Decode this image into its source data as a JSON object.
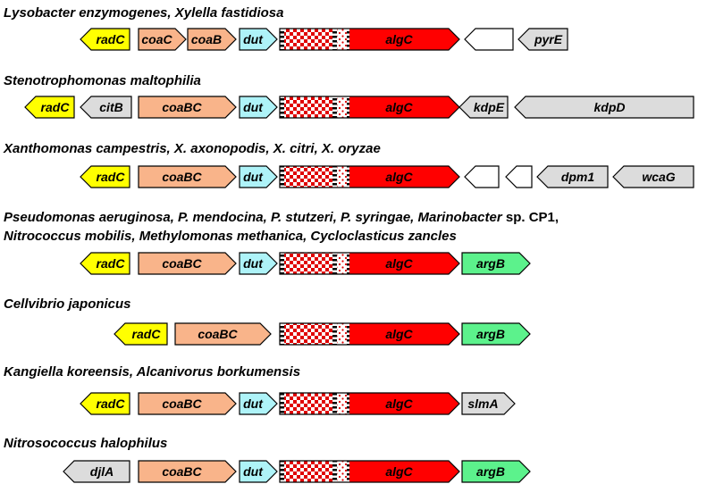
{
  "colors": {
    "radC": "#ffff00",
    "coa": "#f9b48a",
    "dut": "#aef3f8",
    "algC": "#ff0000",
    "argB": "#5cf28c",
    "other": "#dcdcdc",
    "blank": "#ffffff",
    "checker_dark": "#e00000",
    "stroke": "#000000"
  },
  "rows": [
    {
      "title_lines": [
        [
          {
            "text": "Lysobacter enzymogenes, Xylella fastidiosa",
            "italic": true
          }
        ]
      ],
      "genes": [
        {
          "label": "radC",
          "icon": "gene-arrow-left",
          "color": "radC"
        },
        {
          "label": "coaC",
          "icon": "gene-arrow-right",
          "color": "coa"
        },
        {
          "label": "coaB",
          "icon": "gene-arrow-right",
          "color": "coa"
        },
        {
          "label": "dut",
          "icon": "gene-arrow-right",
          "color": "dut"
        },
        {
          "label": "algC",
          "icon": "gene-arrow-right-domains",
          "color": "algC"
        },
        {
          "label": "",
          "icon": "gene-arrow-left",
          "color": "blank"
        },
        {
          "label": "pyrE",
          "icon": "gene-arrow-left",
          "color": "other"
        }
      ]
    },
    {
      "title_lines": [
        [
          {
            "text": "Stenotrophomonas maltophilia",
            "italic": true
          }
        ]
      ],
      "genes": [
        {
          "label": "radC",
          "icon": "gene-arrow-left",
          "color": "radC"
        },
        {
          "label": "citB",
          "icon": "gene-arrow-left",
          "color": "other"
        },
        {
          "label": "coaBC",
          "icon": "gene-arrow-right",
          "color": "coa"
        },
        {
          "label": "dut",
          "icon": "gene-arrow-right",
          "color": "dut"
        },
        {
          "label": "algC",
          "icon": "gene-arrow-right-domains",
          "color": "algC"
        },
        {
          "label": "kdpE",
          "icon": "gene-arrow-left",
          "color": "other"
        },
        {
          "label": "kdpD",
          "icon": "gene-arrow-left",
          "color": "other"
        }
      ]
    },
    {
      "title_lines": [
        [
          {
            "text": "Xanthomonas campestris, X. axonopodis, X. citri, X. oryzae",
            "italic": true
          }
        ]
      ],
      "genes": [
        {
          "label": "radC",
          "icon": "gene-arrow-left",
          "color": "radC"
        },
        {
          "label": "coaBC",
          "icon": "gene-arrow-right",
          "color": "coa"
        },
        {
          "label": "dut",
          "icon": "gene-arrow-right",
          "color": "dut"
        },
        {
          "label": "algC",
          "icon": "gene-arrow-right-domains",
          "color": "algC"
        },
        {
          "label": "",
          "icon": "gene-arrow-left",
          "color": "blank"
        },
        {
          "label": "",
          "icon": "gene-arrow-left",
          "color": "blank"
        },
        {
          "label": "dpm1",
          "icon": "gene-arrow-left",
          "color": "other"
        },
        {
          "label": "wcaG",
          "icon": "gene-arrow-left",
          "color": "other"
        }
      ]
    },
    {
      "title_lines": [
        [
          {
            "text": "Pseudomonas aeruginosa, P. mendocina, P. stutzeri, P. syringae, Marinobacter",
            "italic": true
          },
          {
            "text": " sp. CP1,",
            "italic": false
          }
        ],
        [
          {
            "text": "Nitrococcus mobilis, Methylomonas methanica, Cycloclasticus zancles",
            "italic": true
          }
        ]
      ],
      "genes": [
        {
          "label": "radC",
          "icon": "gene-arrow-left",
          "color": "radC"
        },
        {
          "label": "coaBC",
          "icon": "gene-arrow-right",
          "color": "coa"
        },
        {
          "label": "dut",
          "icon": "gene-arrow-right",
          "color": "dut"
        },
        {
          "label": "algC",
          "icon": "gene-arrow-right-domains",
          "color": "algC"
        },
        {
          "label": "argB",
          "icon": "gene-arrow-right",
          "color": "argB"
        }
      ]
    },
    {
      "title_lines": [
        [
          {
            "text": "Cellvibrio japonicus",
            "italic": true
          }
        ]
      ],
      "genes": [
        {
          "label": "radC",
          "icon": "gene-arrow-left",
          "color": "radC"
        },
        {
          "label": "coaBC",
          "icon": "gene-arrow-right",
          "color": "coa"
        },
        {
          "label": "algC",
          "icon": "gene-arrow-right-domains",
          "color": "algC"
        },
        {
          "label": "argB",
          "icon": "gene-arrow-right",
          "color": "argB"
        }
      ]
    },
    {
      "title_lines": [
        [
          {
            "text": "Kangiella koreensis, Alcanivorus borkumensis",
            "italic": true
          }
        ]
      ],
      "genes": [
        {
          "label": "radC",
          "icon": "gene-arrow-left",
          "color": "radC"
        },
        {
          "label": "coaBC",
          "icon": "gene-arrow-right",
          "color": "coa"
        },
        {
          "label": "dut",
          "icon": "gene-arrow-right",
          "color": "dut"
        },
        {
          "label": "algC",
          "icon": "gene-arrow-right-domains",
          "color": "algC"
        },
        {
          "label": "slmA",
          "icon": "gene-arrow-right",
          "color": "other"
        }
      ]
    },
    {
      "title_lines": [
        [
          {
            "text": "Nitrosococcus halophilus",
            "italic": true
          }
        ]
      ],
      "genes": [
        {
          "label": "djlA",
          "icon": "gene-arrow-left",
          "color": "other"
        },
        {
          "label": "coaBC",
          "icon": "gene-arrow-right",
          "color": "coa"
        },
        {
          "label": "dut",
          "icon": "gene-arrow-right",
          "color": "dut"
        },
        {
          "label": "algC",
          "icon": "gene-arrow-right-domains",
          "color": "algC"
        },
        {
          "label": "argB",
          "icon": "gene-arrow-right",
          "color": "argB"
        }
      ]
    }
  ]
}
